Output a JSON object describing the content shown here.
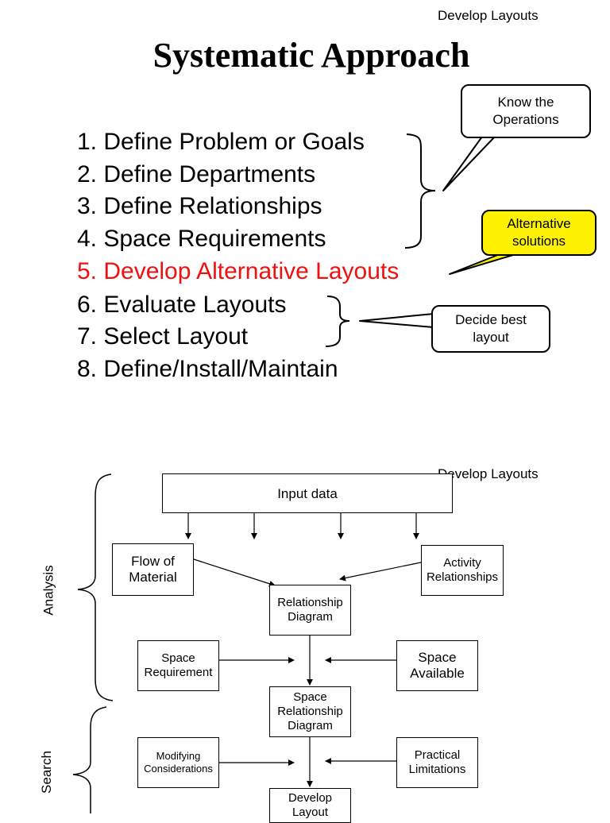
{
  "slide1": {
    "header": "Develop Layouts",
    "title": "Systematic Approach",
    "steps": [
      "1. Define Problem or Goals",
      "2. Define Departments",
      "3. Define Relationships",
      "4. Space Requirements",
      "5. Develop Alternative Layouts",
      "6. Evaluate Layouts",
      "7. Select Layout",
      "8. Define/Install/Maintain"
    ],
    "callouts": {
      "know_operations": "Know the Operations",
      "alternative_solutions": "Alternative solutions",
      "decide_best": "Decide best layout"
    },
    "colors": {
      "highlight_text": "#ee1111",
      "highlight_callout": "#fff200"
    }
  },
  "slide2": {
    "header": "Develop Layouts",
    "side_labels": {
      "analysis": "Analysis",
      "search": "Search"
    },
    "boxes": {
      "input_data": "Input data",
      "flow_of_material": "Flow of Material",
      "activity_relationships": "Activity Relationships",
      "relationship_diagram": "Relationship Diagram",
      "space_requirement": "Space Requirement",
      "space_available": "Space Available",
      "space_relationship_diagram": "Space Relationship Diagram",
      "modifying_considerations": "Modifying Considerations",
      "practical_limitations": "Practical Limitations",
      "develop_layout": "Develop Layout"
    }
  }
}
